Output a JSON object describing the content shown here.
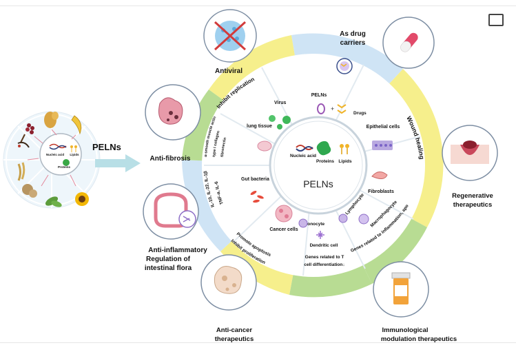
{
  "left": {
    "title": "PELNs",
    "inner": {
      "nucleic": "Nucleic acid",
      "lipids": "Lipids",
      "proteins": "Proteins"
    }
  },
  "center": {
    "title": "PELNs",
    "nucleic": "Nucleic acid",
    "proteins": "Proteins",
    "lipids": "Lipids"
  },
  "ring": {
    "virus": "Virus",
    "pelns_drugs_a": "PELNs",
    "drugs": "Drugs",
    "epithelial": "Epithelial cells",
    "lung": "lung tissue",
    "gut": "Gut bacteria",
    "fibroblasts": "Fibroblasts",
    "lymphocyte": "Lymphocyte",
    "macrophagocyte": "Macrophagocyte",
    "monocyte": "Monocyte",
    "dendritic": "Dendritic cell",
    "cancer": "Cancer cells"
  },
  "outer_bands": {
    "inhibit_replication": "Inhibit replication",
    "wound_healing": "Wound healing",
    "genes_inflammation": "Genes related to inflammation, apoptosis↓",
    "genes_t_cell_1": "Genes related to T",
    "genes_t_cell_2": "cell differentiation↓",
    "promote_apoptosis": "Promote apoptosis",
    "inhibit_proliferation": "Inhibit proliferation",
    "cytokines_1": "IL-10, IL-22, IL-1β",
    "cytokines_2": "TNF-α, IL-6",
    "fibrosis_1": "α-smooth muscle actin",
    "fibrosis_2": "type I collagen",
    "fibrosis_3": "fibronectin"
  },
  "outer_labels": {
    "antiviral": "Antiviral",
    "drug_carriers_1": "As drug",
    "drug_carriers_2": "carriers",
    "anti_fibrosis": "Anti-fibrosis",
    "regenerative_1": "Regenerative",
    "regenerative_2": "therapeutics",
    "anti_inflammatory_1": "Anti-inflammatory",
    "anti_inflammatory_2": "Regulation of",
    "anti_inflammatory_3": "intestinal flora",
    "anti_cancer_1": "Anti-cancer",
    "anti_cancer_2": "therapeutics",
    "immuno_1": "Immunological",
    "immuno_2": "modulation therapeutics"
  },
  "colors": {
    "yellow": "#f6ef8c",
    "blue": "#cfe4f5",
    "green": "#b8dc93",
    "teal": "#9ed3d8",
    "ring_white": "#ffffff"
  }
}
